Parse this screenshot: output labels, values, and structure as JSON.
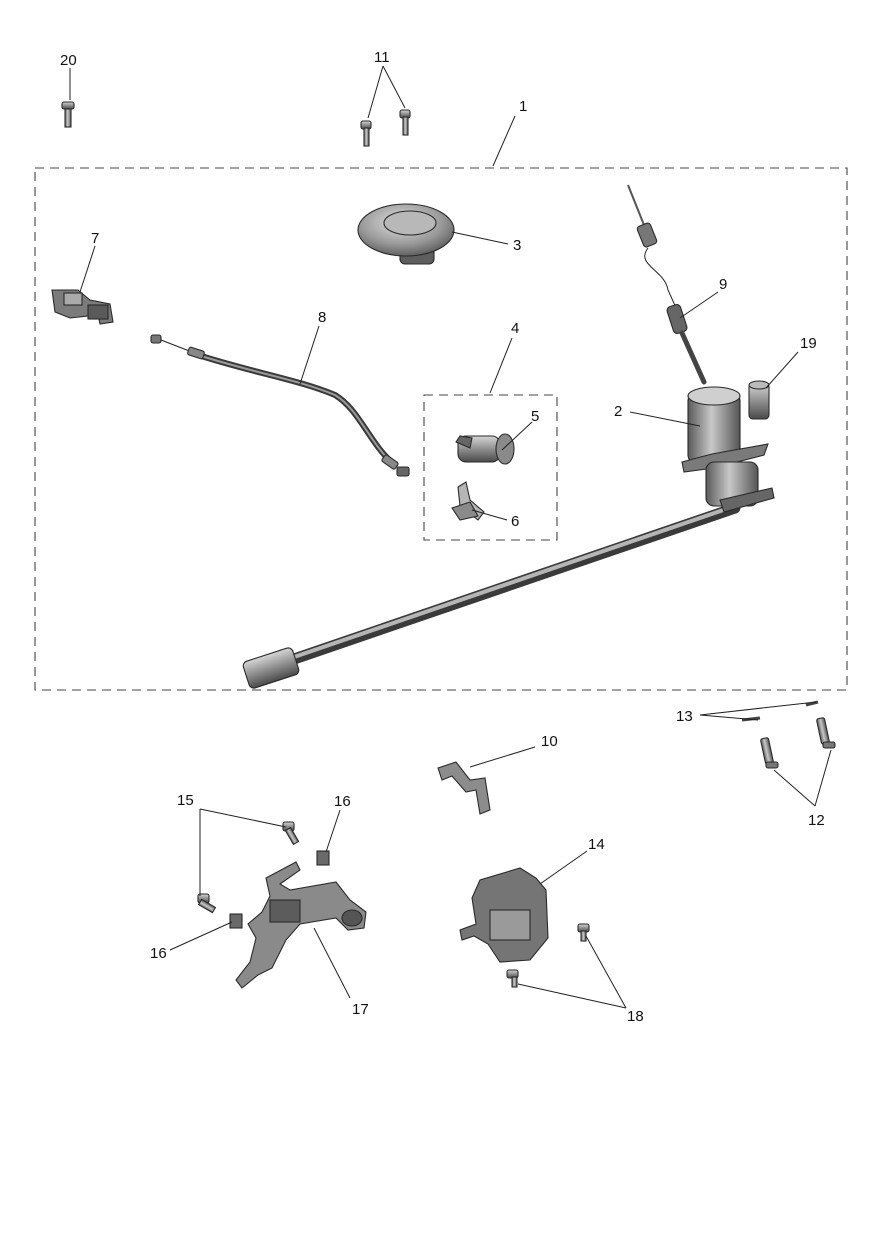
{
  "diagram": {
    "callouts": {
      "c1": "1",
      "c2": "2",
      "c3": "3",
      "c4": "4",
      "c5": "5",
      "c6": "6",
      "c7": "7",
      "c8": "8",
      "c9": "9",
      "c10": "10",
      "c11": "11",
      "c12": "12",
      "c13": "13",
      "c14": "14",
      "c15a": "15",
      "c16a": "16",
      "c16b": "16",
      "c17": "17",
      "c18": "18",
      "c19": "19",
      "c20": "20"
    }
  }
}
